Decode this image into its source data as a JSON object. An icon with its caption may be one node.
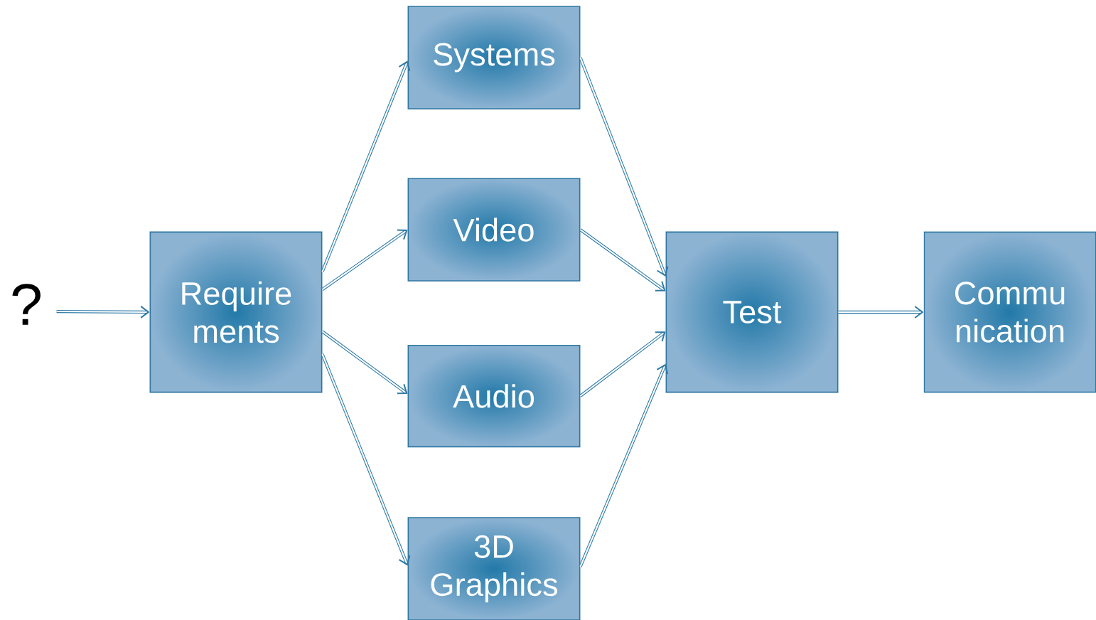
{
  "diagram": {
    "nodes": [
      {
        "text": [
          "?"
        ]
      },
      {
        "text": [
          "Require ments"
        ]
      },
      {
        "text": [
          "Systems"
        ]
      },
      {
        "text": [
          "Video"
        ]
      },
      {
        "text": [
          "Audio"
        ]
      },
      {
        "text": [
          "3D Graphics"
        ]
      },
      {
        "text": [
          "Test"
        ]
      },
      {
        "text": [
          "Commu nication"
        ]
      }
    ],
    "edges": [
      {
        "from": 0,
        "to": 1,
        "arrow": "to"
      },
      {
        "from": 1,
        "to": 2,
        "arrow": "to"
      },
      {
        "from": 1,
        "to": 3,
        "arrow": "to"
      },
      {
        "from": 1,
        "to": 4,
        "arrow": "to"
      },
      {
        "from": 1,
        "to": 5,
        "arrow": "to"
      },
      {
        "from": 2,
        "to": 6,
        "arrow": "to"
      },
      {
        "from": 3,
        "to": 6,
        "arrow": "to"
      },
      {
        "from": 4,
        "to": 6,
        "arrow": "to"
      },
      {
        "from": 5,
        "to": 6,
        "arrow": "to"
      },
      {
        "from": 6,
        "to": 7,
        "arrow": "to"
      }
    ]
  }
}
